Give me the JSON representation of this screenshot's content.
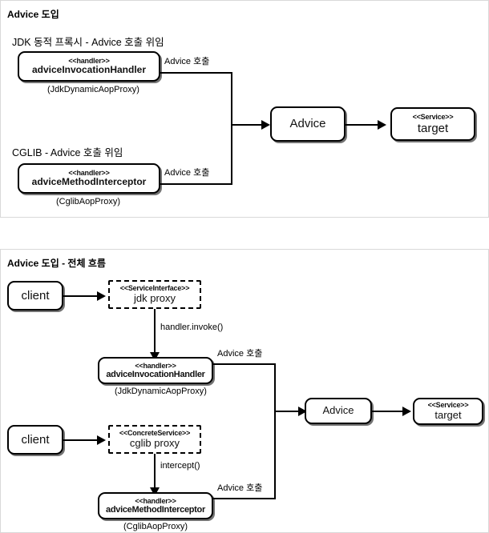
{
  "panels": [
    {
      "id": "advice-intro",
      "title": "Advice 도입",
      "sections": [
        {
          "label": "JDK 동적 프록시 -  Advice 호출 위임"
        },
        {
          "label": "CGLIB - Advice 호출 위임"
        }
      ],
      "nodes": {
        "advice_invocation_handler": {
          "stereotype": "<<handler>>",
          "name": "adviceInvocationHandler",
          "caption": "(JdkDynamicAopProxy)"
        },
        "advice_method_interceptor": {
          "stereotype": "<<handler>>",
          "name": "adviceMethodInterceptor",
          "caption": "(CglibAopProxy)"
        },
        "advice": {
          "name": "Advice"
        },
        "target": {
          "stereotype": "<<Service>>",
          "name": "target"
        }
      },
      "edges": {
        "jdk_to_advice": "Advice 호출",
        "cglib_to_advice": "Advice 호출"
      }
    },
    {
      "id": "advice-flow",
      "title": "Advice 도입 - 전체 흐름",
      "nodes": {
        "client_jdk": {
          "name": "client"
        },
        "client_cglib": {
          "name": "client"
        },
        "jdk_proxy": {
          "stereotype": "<<ServiceInterface>>",
          "name": "jdk proxy"
        },
        "cglib_proxy": {
          "stereotype": "<<ConcreteService>>",
          "name": "cglib proxy"
        },
        "advice_invocation_handler": {
          "stereotype": "<<handler>>",
          "name": "adviceInvocationHandler",
          "caption": "(JdkDynamicAopProxy)"
        },
        "advice_method_interceptor": {
          "stereotype": "<<handler>>",
          "name": "adviceMethodInterceptor",
          "caption": "(CglibAopProxy)"
        },
        "advice": {
          "name": "Advice"
        },
        "target": {
          "stereotype": "<<Service>>",
          "name": "target"
        }
      },
      "edges": {
        "jdk_proxy_to_handler": "handler.invoke()",
        "cglib_proxy_to_interceptor": "intercept()",
        "handler_to_advice": "Advice 호출",
        "interceptor_to_advice": "Advice 호출"
      }
    }
  ],
  "colors": {
    "stroke": "#000000",
    "panel_border": "#d9d9d9",
    "background": "#ffffff"
  }
}
